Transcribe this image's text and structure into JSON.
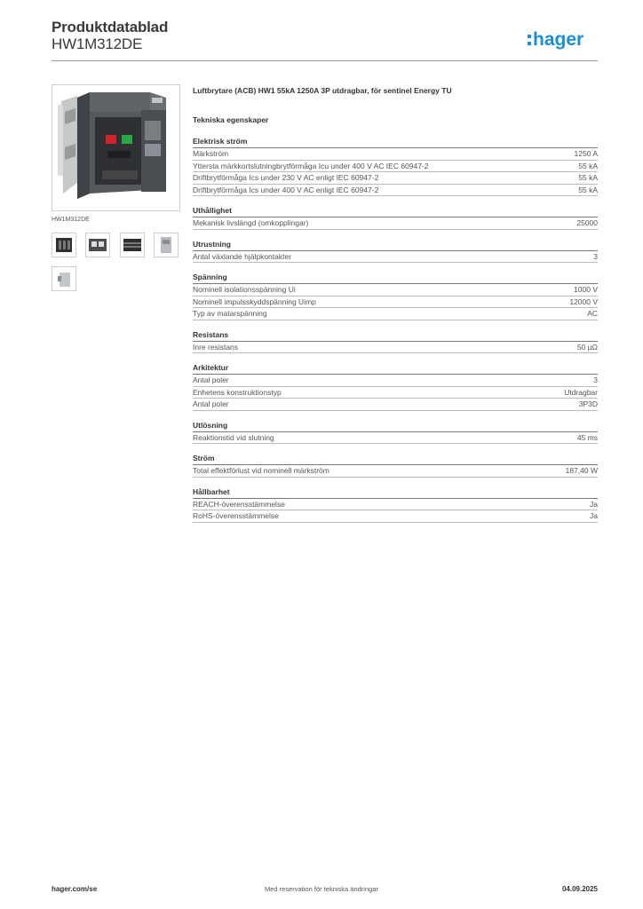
{
  "header": {
    "doc_title": "Produktdatablad",
    "product_code": "HW1M312DE",
    "logo_text": "hager",
    "logo_color": "#1a8fd6"
  },
  "media": {
    "main_image_caption": "HW1M312DE",
    "thumbnails": [
      "terminal-front-icon",
      "device-front-icon",
      "device-side-icon",
      "module-icon",
      "accessory-icon"
    ]
  },
  "product": {
    "title": "Luftbrytare (ACB) HW1 55kA 1250A 3P utdragbar, för sentinel Energy TU"
  },
  "specs": {
    "heading": "Tekniska egenskaper",
    "groups": [
      {
        "title": "Elektrisk ström",
        "rows": [
          {
            "label": "Märkström",
            "value": "1250 A"
          },
          {
            "label": "Yttersta märkkortslutningbrytförmåga Icu under 400 V AC IEC 60947-2",
            "value": "55 kA"
          },
          {
            "label": "Driftbrytförmåga Ics under 230 V AC enligt IEC 60947-2",
            "value": "55 kA"
          },
          {
            "label": "Driftbrytförmåga Ics under 400 V AC enligt IEC 60947-2",
            "value": "55 kA"
          }
        ]
      },
      {
        "title": "Uthållighet",
        "rows": [
          {
            "label": "Mekanisk livslängd (omkopplingar)",
            "value": "25000"
          }
        ]
      },
      {
        "title": "Utrustning",
        "rows": [
          {
            "label": "Antal växlande hjälpkontakter",
            "value": "3"
          }
        ]
      },
      {
        "title": "Spänning",
        "rows": [
          {
            "label": "Nominell isolationsspänning Ui",
            "value": "1000 V"
          },
          {
            "label": "Nominell impulsskyddspänning Uimp",
            "value": "12000 V"
          },
          {
            "label": "Typ av matarspänning",
            "value": "AC"
          }
        ]
      },
      {
        "title": "Resistans",
        "rows": [
          {
            "label": "Inre resistans",
            "value": "50 µΩ"
          }
        ]
      },
      {
        "title": "Arkitektur",
        "rows": [
          {
            "label": "Antal poler",
            "value": "3"
          },
          {
            "label": "Enhetens konstruktionstyp",
            "value": "Utdragbar"
          },
          {
            "label": "Antal poler",
            "value": "3P3D"
          }
        ]
      },
      {
        "title": "Utlösning",
        "rows": [
          {
            "label": "Reaktionstid vid slutning",
            "value": "45 ms"
          }
        ]
      },
      {
        "title": "Ström",
        "rows": [
          {
            "label": "Total effektförlust vid nominell märkström",
            "value": "187,40 W"
          }
        ]
      },
      {
        "title": "Hållbarhet",
        "rows": [
          {
            "label": "REACH-överensstämmelse",
            "value": "Ja"
          },
          {
            "label": "RoHS-överensstämmelse",
            "value": "Ja"
          }
        ]
      }
    ]
  },
  "footer": {
    "website": "hager.com/se",
    "disclaimer": "Med reservation för tekniska ändringar",
    "date": "04.09.2025"
  }
}
